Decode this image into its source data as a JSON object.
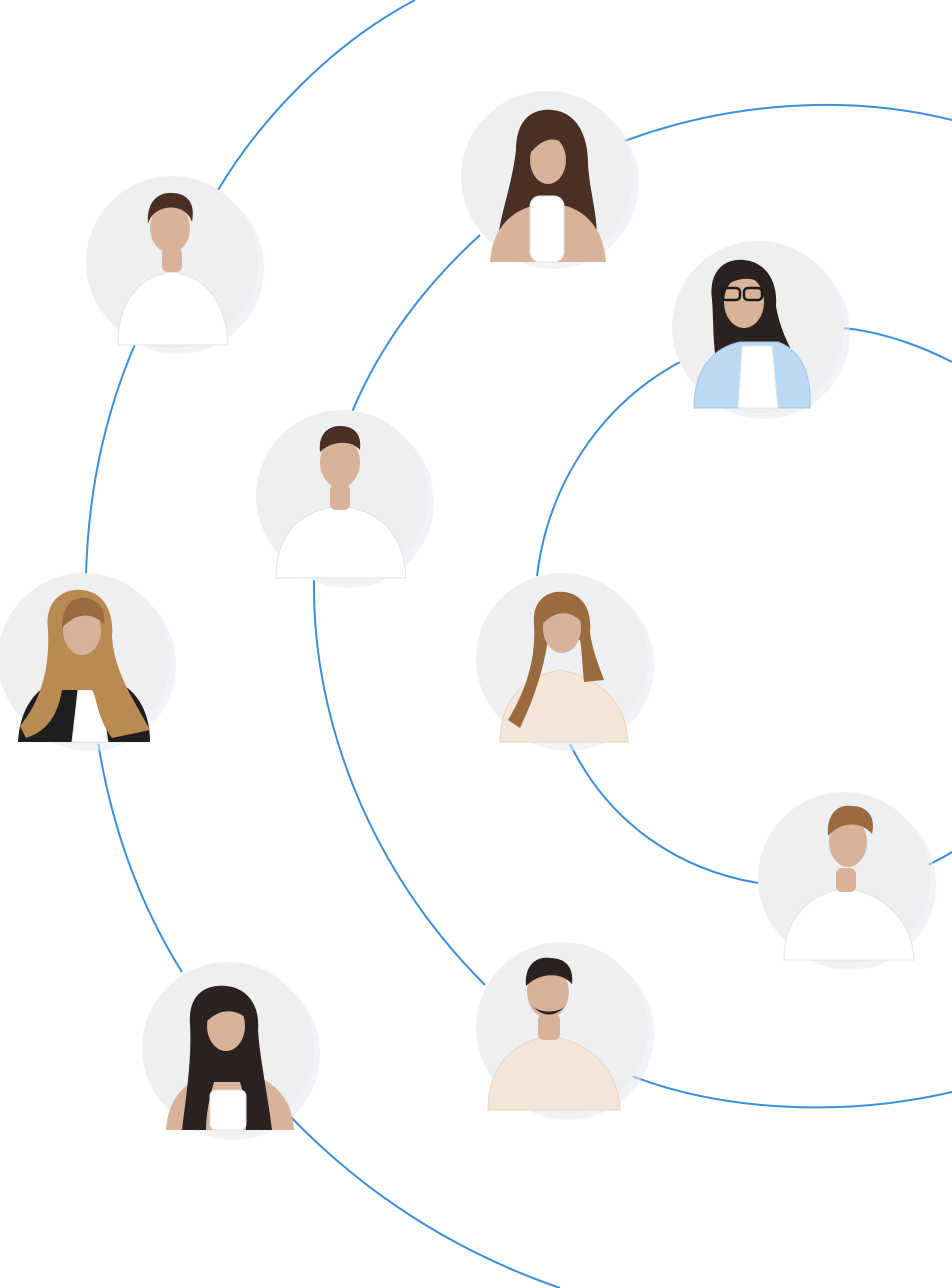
{
  "colors": {
    "background": "#ffffff",
    "connector": "#3b8fdb",
    "avatar_bg": "#eeeff1"
  },
  "team": [
    {
      "slot": "man-white-shirt-top-left",
      "icon": "person-man-white-shirt"
    },
    {
      "slot": "woman-long-hair-top",
      "icon": "person-woman-long-hair"
    },
    {
      "slot": "woman-glasses-blue-blazer",
      "icon": "person-woman-glasses"
    },
    {
      "slot": "man-white-tshirt-center",
      "icon": "person-man-white-tshirt"
    },
    {
      "slot": "woman-wavy-hair-black-blazer",
      "icon": "person-woman-black-blazer"
    },
    {
      "slot": "woman-cream-top",
      "icon": "person-woman-cream-top"
    },
    {
      "slot": "man-white-polo-right",
      "icon": "person-man-white-polo"
    },
    {
      "slot": "woman-long-hair-bottom",
      "icon": "person-woman-long-hair"
    },
    {
      "slot": "man-white-shirt-bottom",
      "icon": "person-man-white-shirt"
    }
  ]
}
